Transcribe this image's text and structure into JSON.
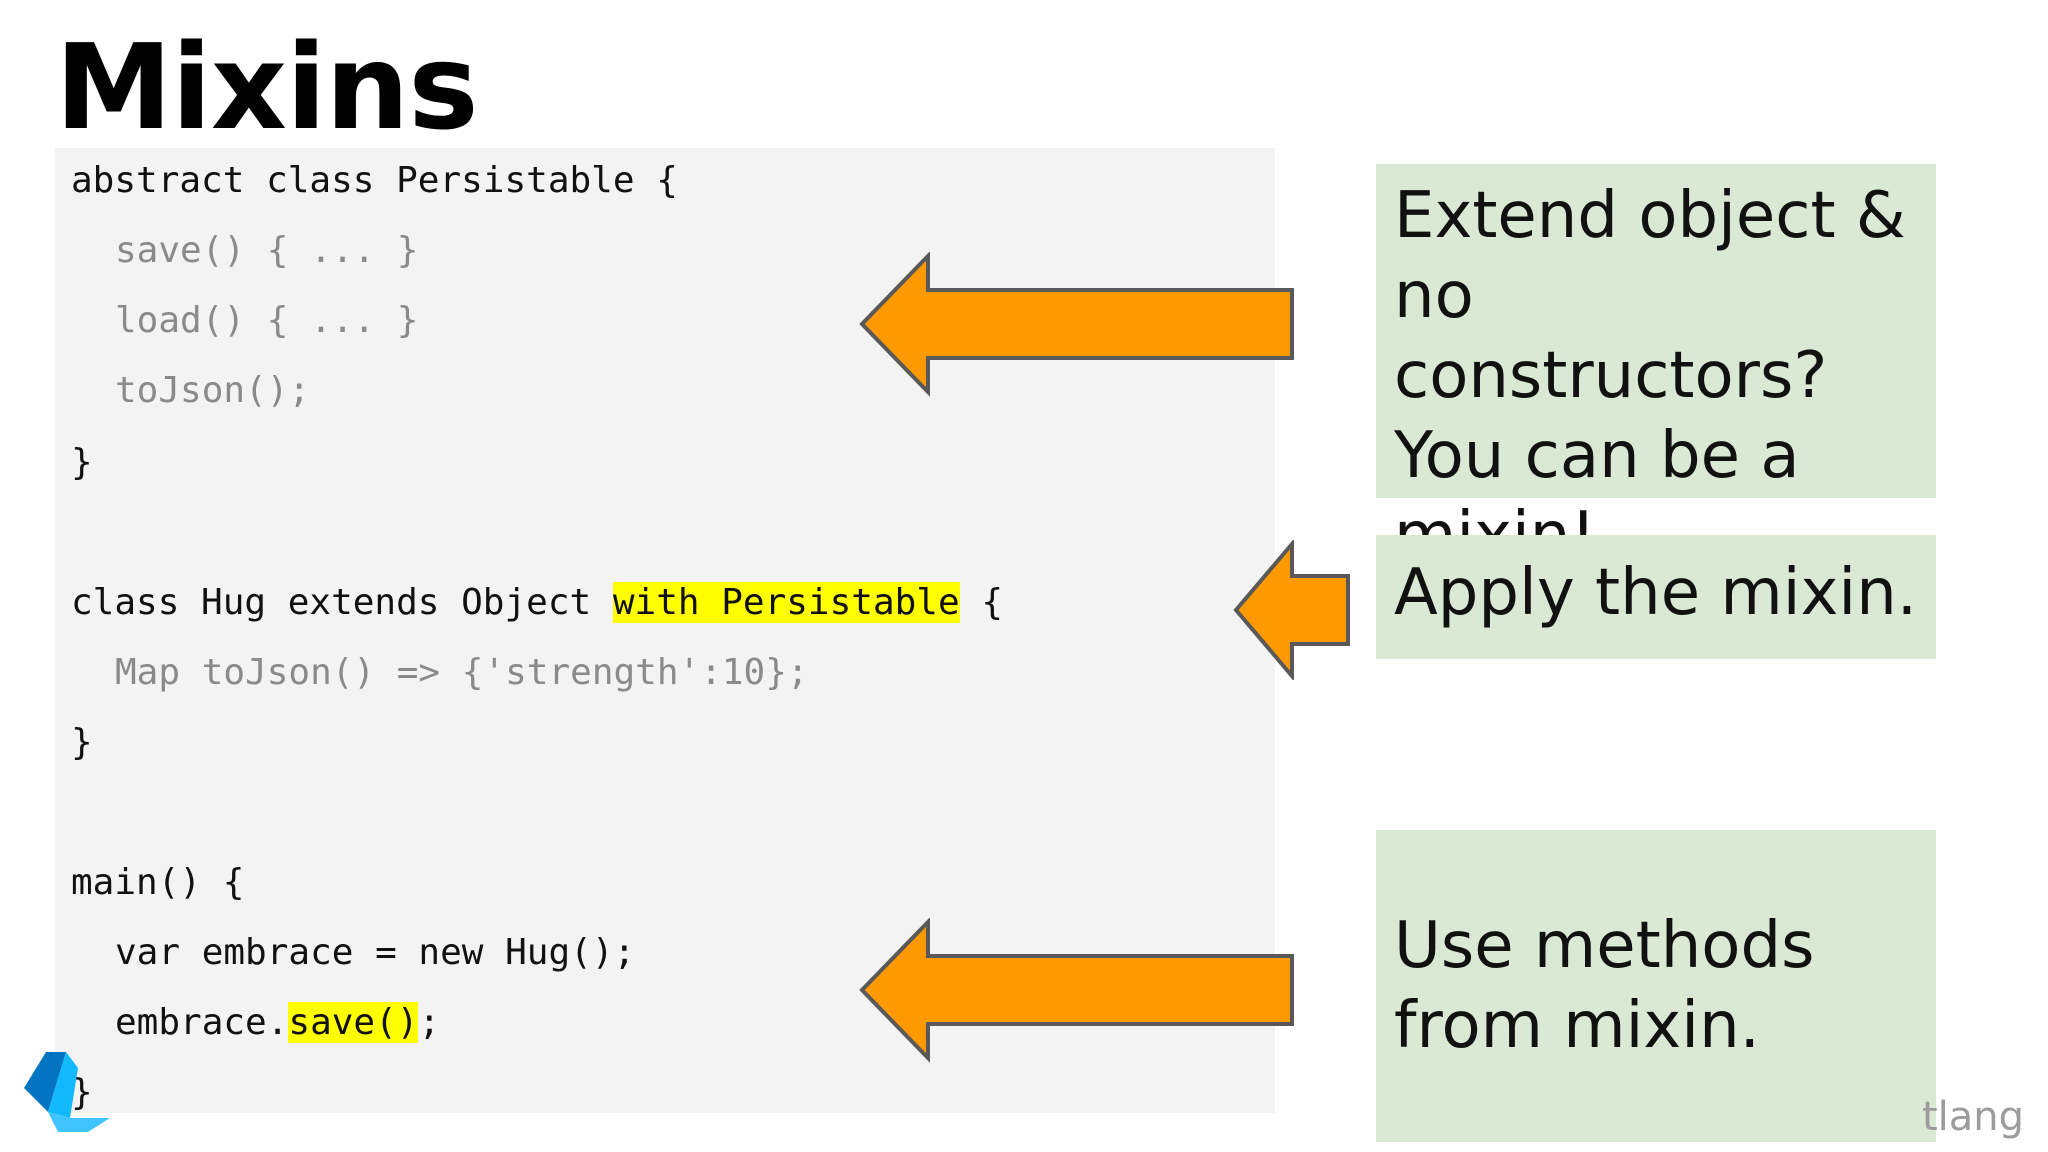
{
  "slide": {
    "title": "Mixins"
  },
  "code": {
    "lines": [
      {
        "text": "abstract class Persistable {"
      },
      {
        "text": "save() { ... }"
      },
      {
        "text": "load() { ... }"
      },
      {
        "text": "toJson();"
      },
      {
        "text": "}"
      },
      {
        "text": ""
      },
      {
        "pre": "class Hug extends Object ",
        "hl": "with Persistable",
        "post": " {"
      },
      {
        "text": "Map toJson() => {'strength':10};"
      },
      {
        "text": "}"
      },
      {
        "text": ""
      },
      {
        "text": "main() {"
      },
      {
        "text": "var embrace = new Hug();"
      },
      {
        "pre": "embrace.",
        "hl": "save()",
        "post": ";"
      },
      {
        "text": "}"
      }
    ]
  },
  "callouts": {
    "extend_object": "Extend object & no constructors? You can be a mixin!",
    "apply_mixin": "Apply the mixin.",
    "use_methods": "Use methods from mixin."
  },
  "colors": {
    "arrow_fill": "#ff9900",
    "arrow_stroke": "#595959",
    "callout_bg": "#d9e9d3",
    "highlight": "#ffff00",
    "code_bg": "#f3f3f4"
  },
  "icons": {
    "logo": "dart-logo-icon",
    "arrows": "arrow-left-icon"
  },
  "watermark": "tlang"
}
